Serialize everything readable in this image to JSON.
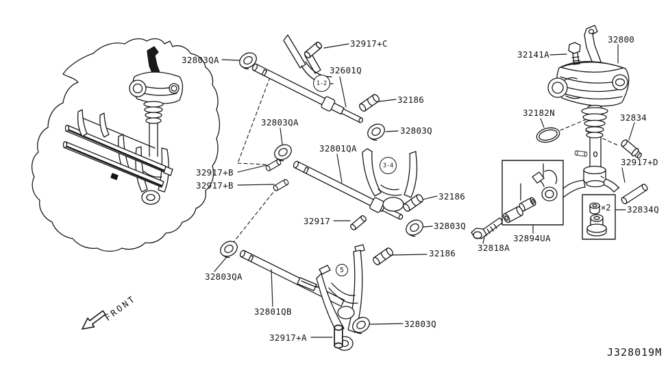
{
  "diagram_code": "J328019M",
  "front_label": "FRONT",
  "quantity_note": "×2",
  "callouts": {
    "c12": "1-2",
    "c34": "3-4",
    "c5": "5"
  },
  "labels": [
    {
      "text": "32803QA"
    },
    {
      "text": "32917+C"
    },
    {
      "text": "32601Q"
    },
    {
      "text": "32186"
    },
    {
      "text": "32803Q"
    },
    {
      "text": "32803QA"
    },
    {
      "text": "32801QA"
    },
    {
      "text": "32917+B"
    },
    {
      "text": "32917+B"
    },
    {
      "text": "32917"
    },
    {
      "text": "32186"
    },
    {
      "text": "32803Q"
    },
    {
      "text": "32186"
    },
    {
      "text": "32803QA"
    },
    {
      "text": "32801QB"
    },
    {
      "text": "32917+A"
    },
    {
      "text": "32803Q"
    },
    {
      "text": "32800"
    },
    {
      "text": "32141A"
    },
    {
      "text": "32182N"
    },
    {
      "text": "32834"
    },
    {
      "text": "32917+D"
    },
    {
      "text": "32834Q"
    },
    {
      "text": "32894UA"
    },
    {
      "text": "32818A"
    }
  ]
}
